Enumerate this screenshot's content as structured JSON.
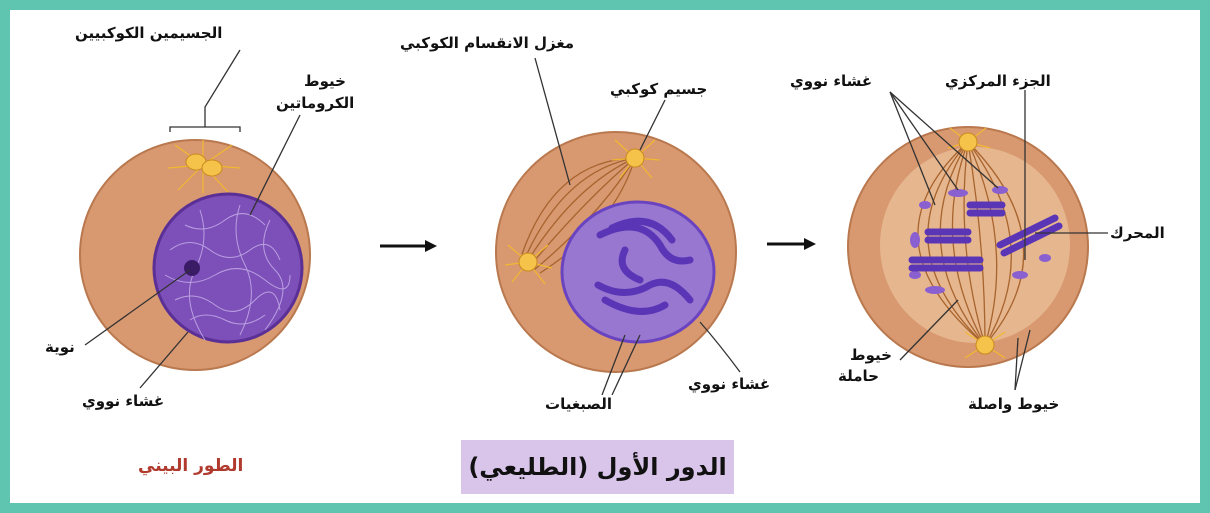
{
  "colors": {
    "frame": "#5fc4b0",
    "cell_fill": "#d89870",
    "nucleus": "#7d4fb8",
    "chromosome": "#6a44c0",
    "spindle": "#a8642e",
    "centrosome": "#f2b830",
    "interphase_label": "#b03a2e",
    "prophase_box": "#d9c4ea"
  },
  "labels": {
    "centrosomes": "الجسيمين الكوكبيين",
    "chromatin_threads": [
      "خيوط",
      "الكروماتين"
    ],
    "nucleolus": "نوية",
    "nuclear_membrane_1": "غشاء نووي",
    "spindle": "مغزل الانقسام الكوكبي",
    "centrosome": "جسيم كوكبي",
    "chromatids": "الصبغيات",
    "nuclear_membrane_2": "غشاء نووي",
    "nuclear_membrane_3": "غشاء نووي",
    "central_part": "الجزء المركزي",
    "centromere": "المحرك",
    "carrier_fibers": [
      "خيوط",
      "حاملة"
    ],
    "connecting_fibers": "خيوط واصلة"
  },
  "stages": {
    "interphase": "الطور البيني",
    "prophase": "الدور الأول (الطليعي)"
  }
}
